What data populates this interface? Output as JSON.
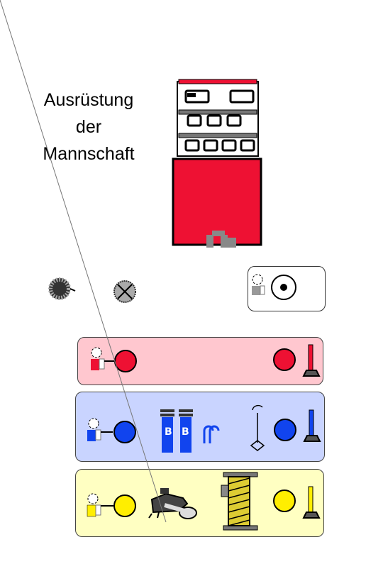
{
  "title": {
    "line1": "Ausrüstung",
    "line2": "der",
    "line3": "Mannschaft"
  },
  "equipment_blue": {
    "tank_label_1": "B",
    "tank_label_2": "B"
  },
  "colors": {
    "vehicle_red": "#ee1133",
    "panel_red": "#ffc7cf",
    "panel_blue": "#c9d4ff",
    "panel_yellow": "#ffffc2",
    "circle_red": "#ee1133",
    "circle_blue": "#1144ee",
    "circle_yellow": "#ffee00"
  }
}
